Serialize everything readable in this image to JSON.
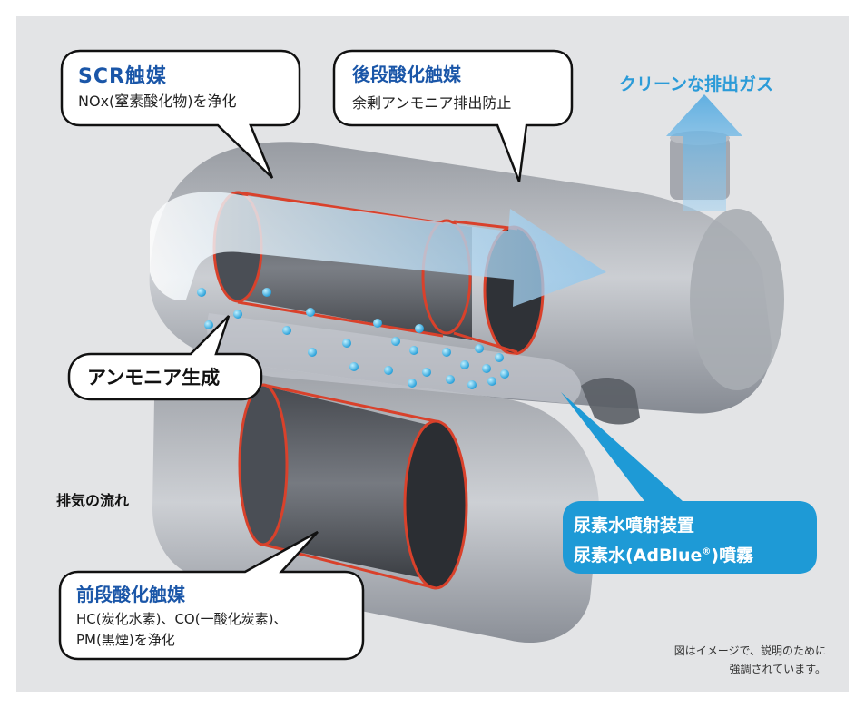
{
  "callouts": {
    "scr": {
      "title": "SCR触媒",
      "desc": "NOx(窒素酸化物)を浄化"
    },
    "post_oxidation": {
      "title": "後段酸化触媒",
      "desc": "余剰アンモニア排出防止"
    },
    "clean_exhaust": "クリーンな排出ガス",
    "ammonia": "アンモニア生成",
    "exhaust_flow": "排気の流れ",
    "urea_injector": {
      "line1": "尿素水噴射装置",
      "line2_prefix": "尿素水(AdBlue",
      "line2_mark": "®",
      "line2_suffix": ")噴霧"
    },
    "pre_oxidation": {
      "title": "前段酸化触媒",
      "desc_line1": "HC(炭化水素)、CO(一酸化炭素)、",
      "desc_line2": "PM(黒煙)を浄化"
    }
  },
  "note": {
    "line1": "図はイメージで、説明のために",
    "line2": "強調されています。"
  },
  "colors": {
    "panel_bg": "#e3e4e6",
    "title_blue": "#1a56a8",
    "accent_cyan": "#2b9bd8",
    "urea_box": "#1e9ad6",
    "catalyst_outline": "#d9412b"
  }
}
